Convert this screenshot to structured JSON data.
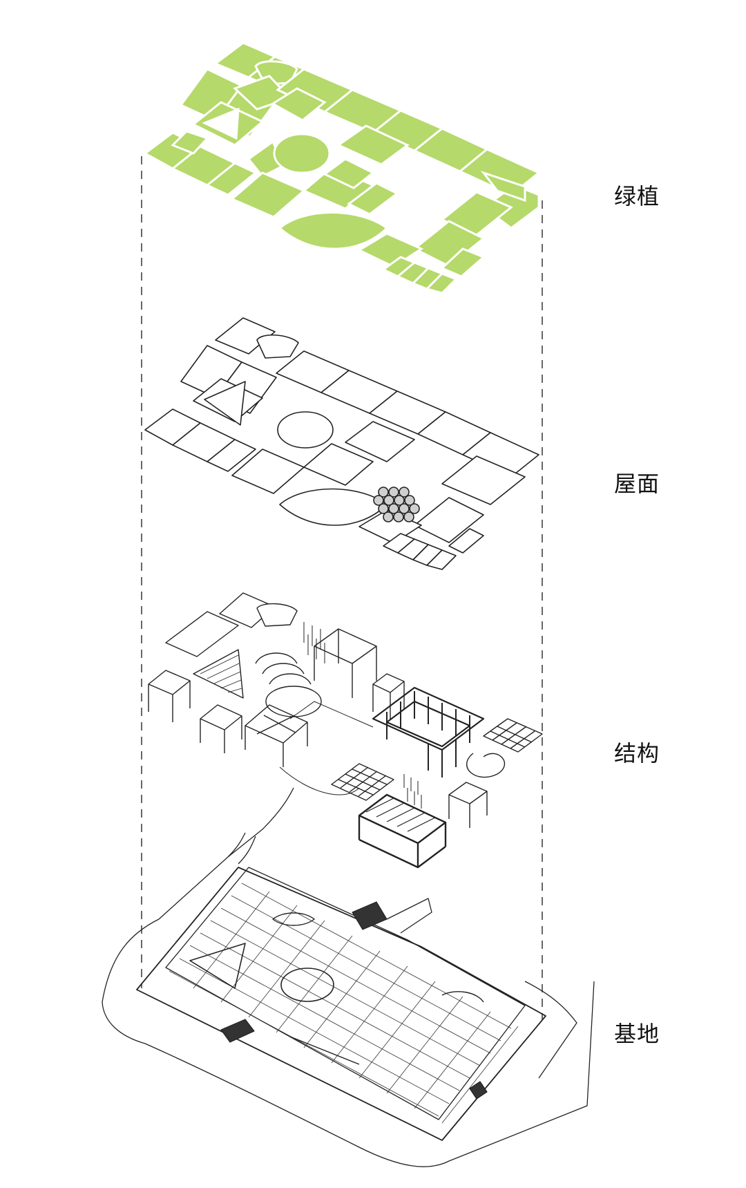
{
  "labels": {
    "greenery": "绿植",
    "roof": "屋面",
    "structure": "结构",
    "site": "基地"
  },
  "colors": {
    "greenery": "#b5d96a",
    "greenery_stroke": "#ffffff",
    "line": "#222222",
    "dashed_guide": "#666666"
  }
}
